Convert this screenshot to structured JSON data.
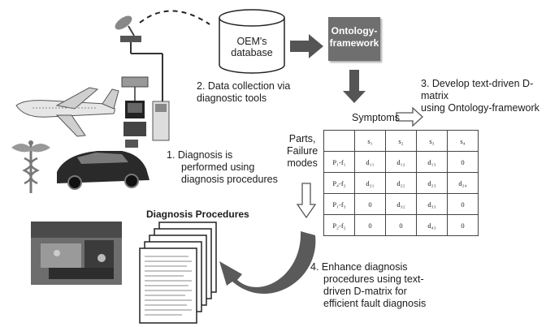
{
  "database": {
    "line1": "OEM's",
    "line2": "database"
  },
  "ontology": {
    "line1": "Ontology-",
    "line2": "framework"
  },
  "steps": {
    "step1": [
      "1.  Diagnosis is",
      "performed using",
      "diagnosis procedures"
    ],
    "step2": [
      "2. Data collection via",
      "diagnostic tools"
    ],
    "step3": [
      "3. Develop text-driven D-matrix",
      "using Ontology-framework"
    ],
    "step4": [
      "4. Enhance diagnosis",
      "procedures using text-",
      "driven D-matrix for",
      "efficient fault diagnosis"
    ]
  },
  "matrix": {
    "symptoms_label": "Symptoms",
    "row_axis_label": [
      "Parts,",
      "Failure",
      "modes"
    ],
    "columns": [
      "s₁",
      "s₂",
      "s₃",
      "s₄"
    ],
    "rows": [
      {
        "label": "P₁-f₁",
        "cells": [
          "d₁₁",
          "d₁₂",
          "d₁₃",
          "0"
        ]
      },
      {
        "label": "P₄-f₂",
        "cells": [
          "d₂₁",
          "d₂₂",
          "d₂₃",
          "d₂₄"
        ]
      },
      {
        "label": "P₁-f₃",
        "cells": [
          "0",
          "d₃₂",
          "d₃₃",
          "0"
        ]
      },
      {
        "label": "P₂-f₂",
        "cells": [
          "0",
          "0",
          "d₄₃",
          "0"
        ]
      }
    ]
  },
  "procedures": {
    "title": "Diagnosis Procedures"
  },
  "icons": [
    "satellite-dish-icon",
    "airplane-icon",
    "caduceus-icon",
    "car-icon",
    "diagnostic-tool-icon",
    "factory-photo",
    "document-stack-icon"
  ]
}
